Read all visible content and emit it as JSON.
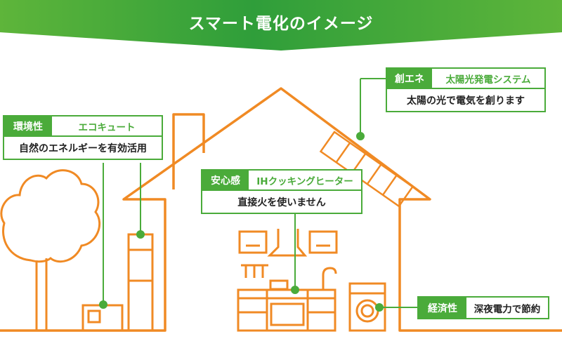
{
  "header": {
    "title": "スマート電化のイメージ"
  },
  "labels": {
    "ecocute": {
      "tag": "環境性",
      "name": "エコキュート",
      "desc": "自然のエネルギーを有効活用"
    },
    "solar": {
      "tag": "創エネ",
      "name": "太陽光発電システム",
      "desc": "太陽の光で電気を創ります"
    },
    "ih": {
      "tag": "安心感",
      "name": "IHクッキングヒーター",
      "desc": "直接火を使いません"
    },
    "econ": {
      "tag": "経済性",
      "desc": "深夜電力で節約"
    }
  },
  "colors": {
    "house": "#f08a24",
    "accent": "#4aab3a",
    "header": "#3aa13a"
  }
}
